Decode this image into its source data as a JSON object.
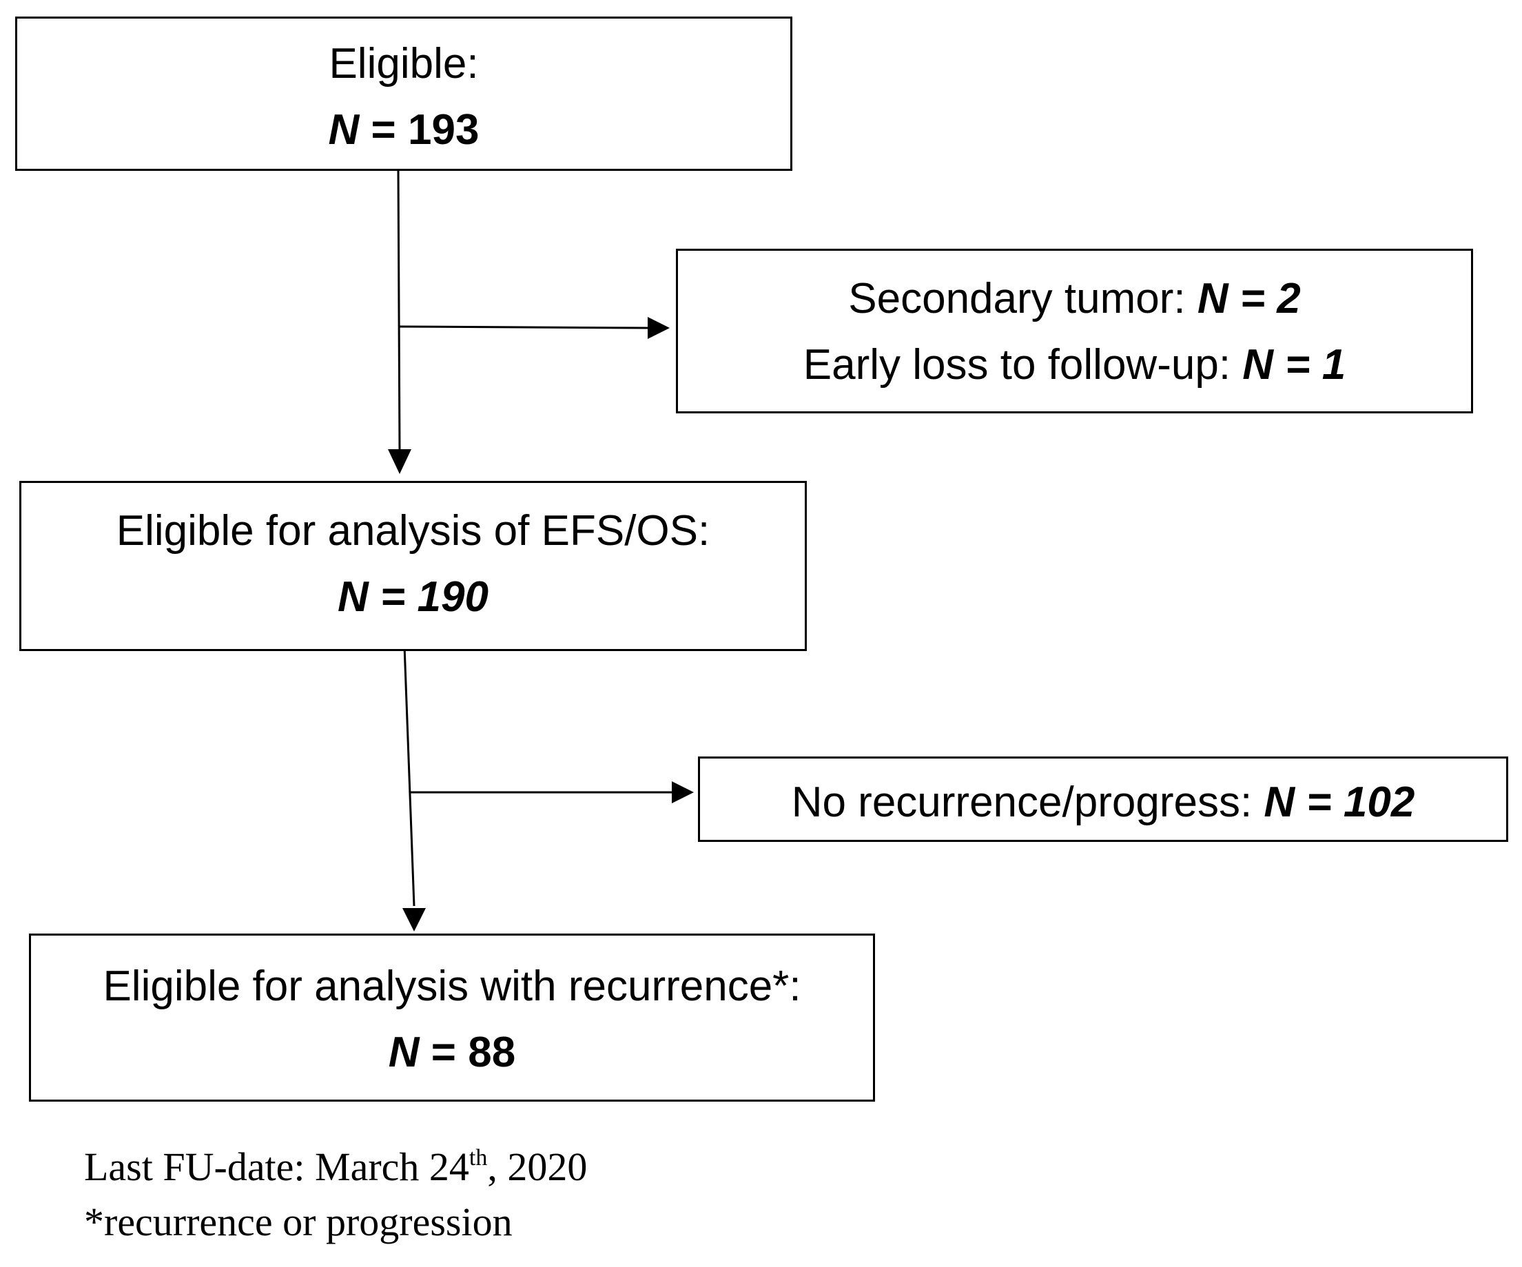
{
  "boxes": {
    "eligible": {
      "label": "Eligible:",
      "n_prefix": "N",
      "n_value": " = 193"
    },
    "excluded": {
      "line1_label": "Secondary tumor: ",
      "line1_n": "N = 2",
      "line2_label": "Early loss to follow-up: ",
      "line2_n": "N = 1"
    },
    "efs_os": {
      "label": "Eligible for analysis of EFS/OS:",
      "n_text": "N = 190"
    },
    "no_recurrence": {
      "label": "No recurrence/progress: ",
      "n_text": "N = 102"
    },
    "recurrence": {
      "label": "Eligible for analysis with recurrence*:",
      "n_prefix": "N",
      "n_value": " = 88"
    }
  },
  "notes": {
    "last_fu_prefix": "Last FU-date: March 24",
    "last_fu_sup": "th",
    "last_fu_suffix": ", 2020",
    "footnote": "*recurrence or progression"
  }
}
